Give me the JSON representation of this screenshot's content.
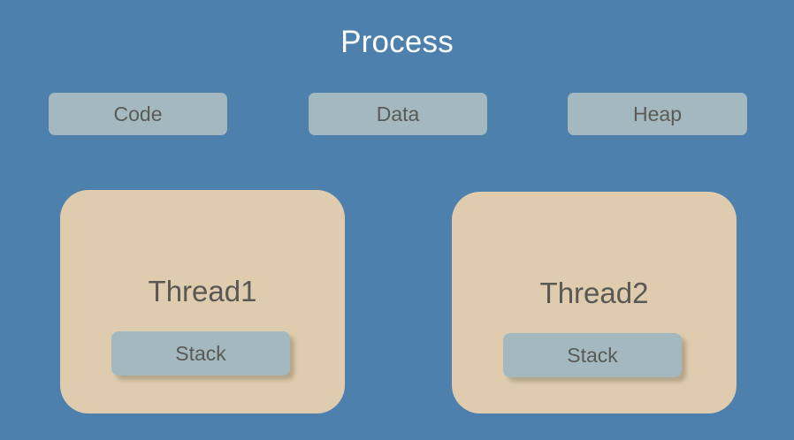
{
  "diagram": {
    "title": "Process",
    "background_color": "#4E80AD",
    "segment_color": "#A3B9BF",
    "thread_color": "#DFCCAF",
    "title_color": "#FFFFFF",
    "label_color": "#595854",
    "segments": [
      {
        "label": "Code"
      },
      {
        "label": "Data"
      },
      {
        "label": "Heap"
      }
    ],
    "threads": [
      {
        "label": "Thread1",
        "stack_label": "Stack"
      },
      {
        "label": "Thread2",
        "stack_label": "Stack"
      }
    ]
  }
}
